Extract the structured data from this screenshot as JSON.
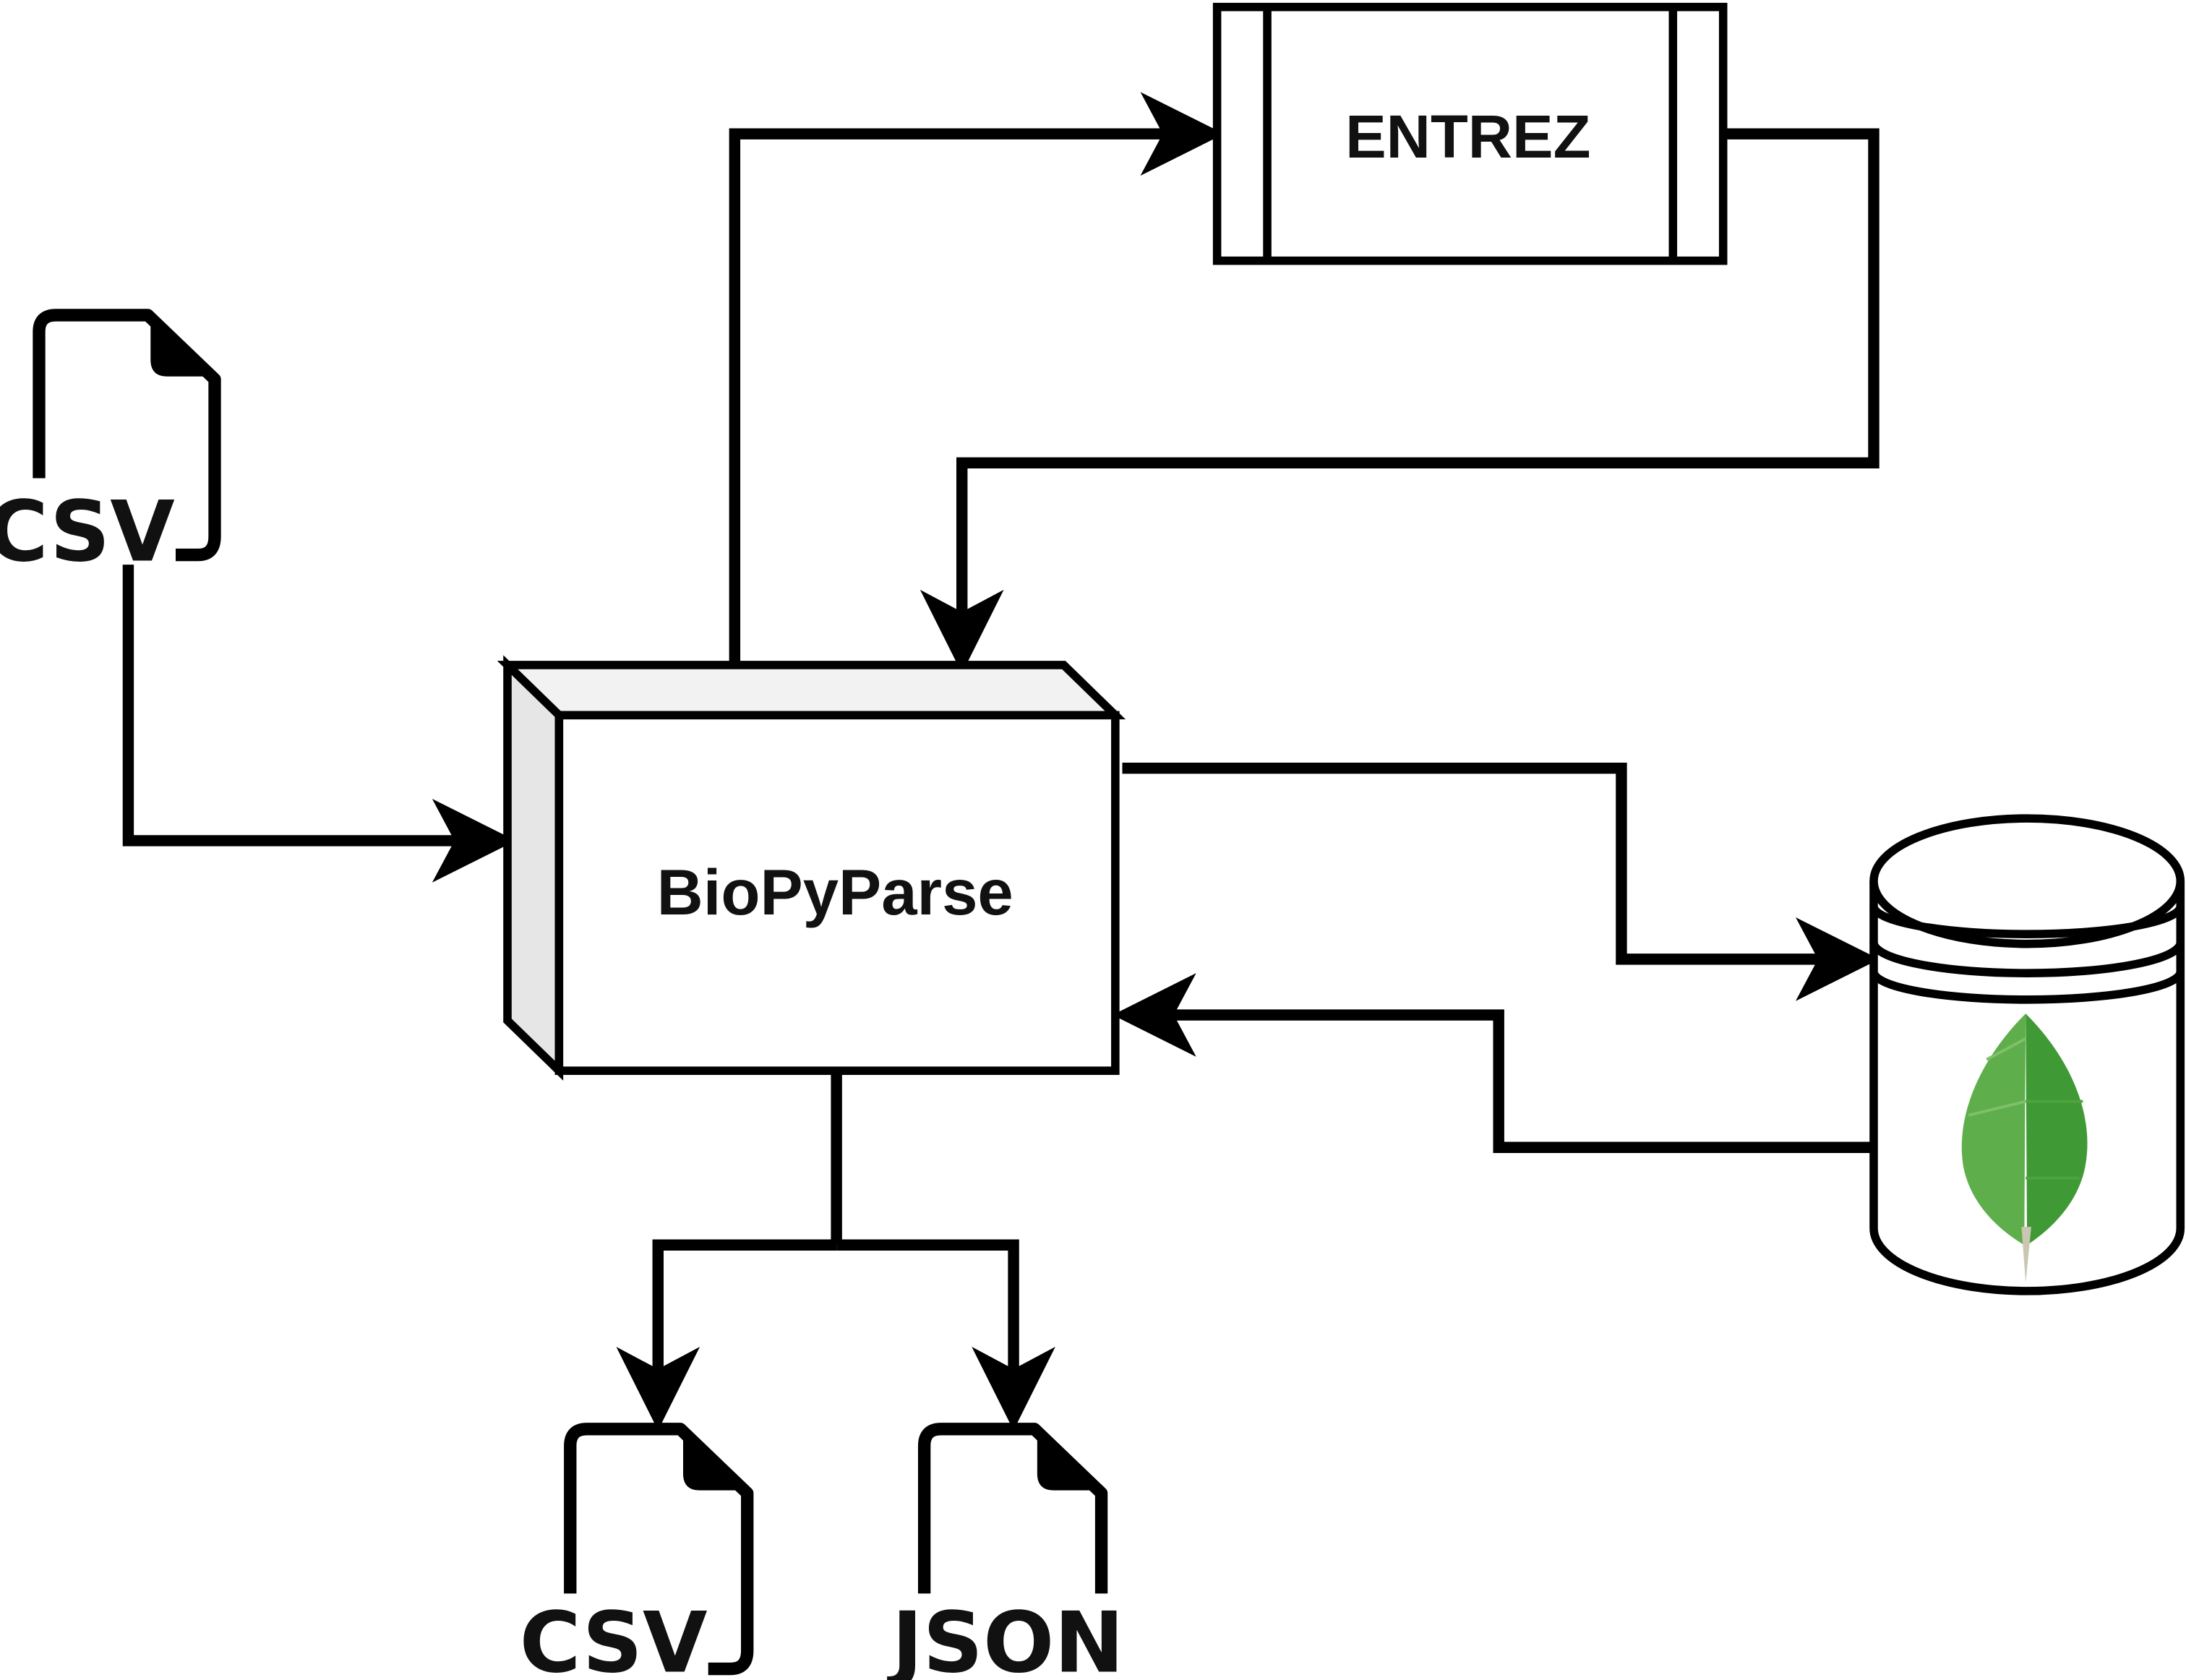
{
  "nodes": {
    "entrez": {
      "label": "ENTREZ"
    },
    "biopyparse": {
      "label": "BioPyParse"
    },
    "input_file": {
      "label": "CSV",
      "icon": "file-icon"
    },
    "output_csv": {
      "label": "CSV",
      "icon": "file-icon"
    },
    "output_json": {
      "label": "JSON",
      "icon": "file-icon"
    },
    "database": {
      "icon": "database-icon",
      "logo": "leaf-logo"
    }
  },
  "colors": {
    "stroke": "#000000",
    "box_top": "#f2f2f2",
    "box_side": "#e6e6e6",
    "leaf_light": "#5fae4c",
    "leaf_dark": "#3f9a36",
    "leaf_stem": "#c9c6b2"
  }
}
